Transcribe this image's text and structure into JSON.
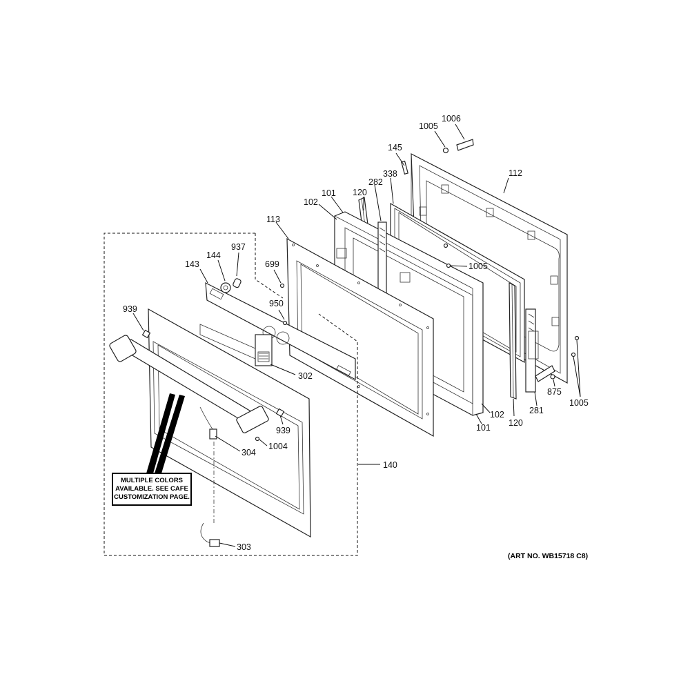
{
  "note": [
    "MULTIPLE COLORS",
    "AVAILABLE. SEE CAFE",
    "CUSTOMIZATION PAGE."
  ],
  "art_no": "(ART NO. WB15718 C8)",
  "labels": {
    "l1005a": "1005",
    "l1006": "1006",
    "l145": "145",
    "l338": "338",
    "l282": "282",
    "l120a": "120",
    "l101a": "101",
    "l102a": "102",
    "l113": "113",
    "l112": "112",
    "l1005b": "1005",
    "l937": "937",
    "l144": "144",
    "l143": "143",
    "l699": "699",
    "l950": "950",
    "l939a": "939",
    "l302": "302",
    "l939b": "939",
    "l304": "304",
    "l1004": "1004",
    "l140": "140",
    "l303": "303",
    "l875": "875",
    "l1005c": "1005",
    "l102b": "102",
    "l101b": "101",
    "l120b": "120",
    "l281": "281"
  }
}
